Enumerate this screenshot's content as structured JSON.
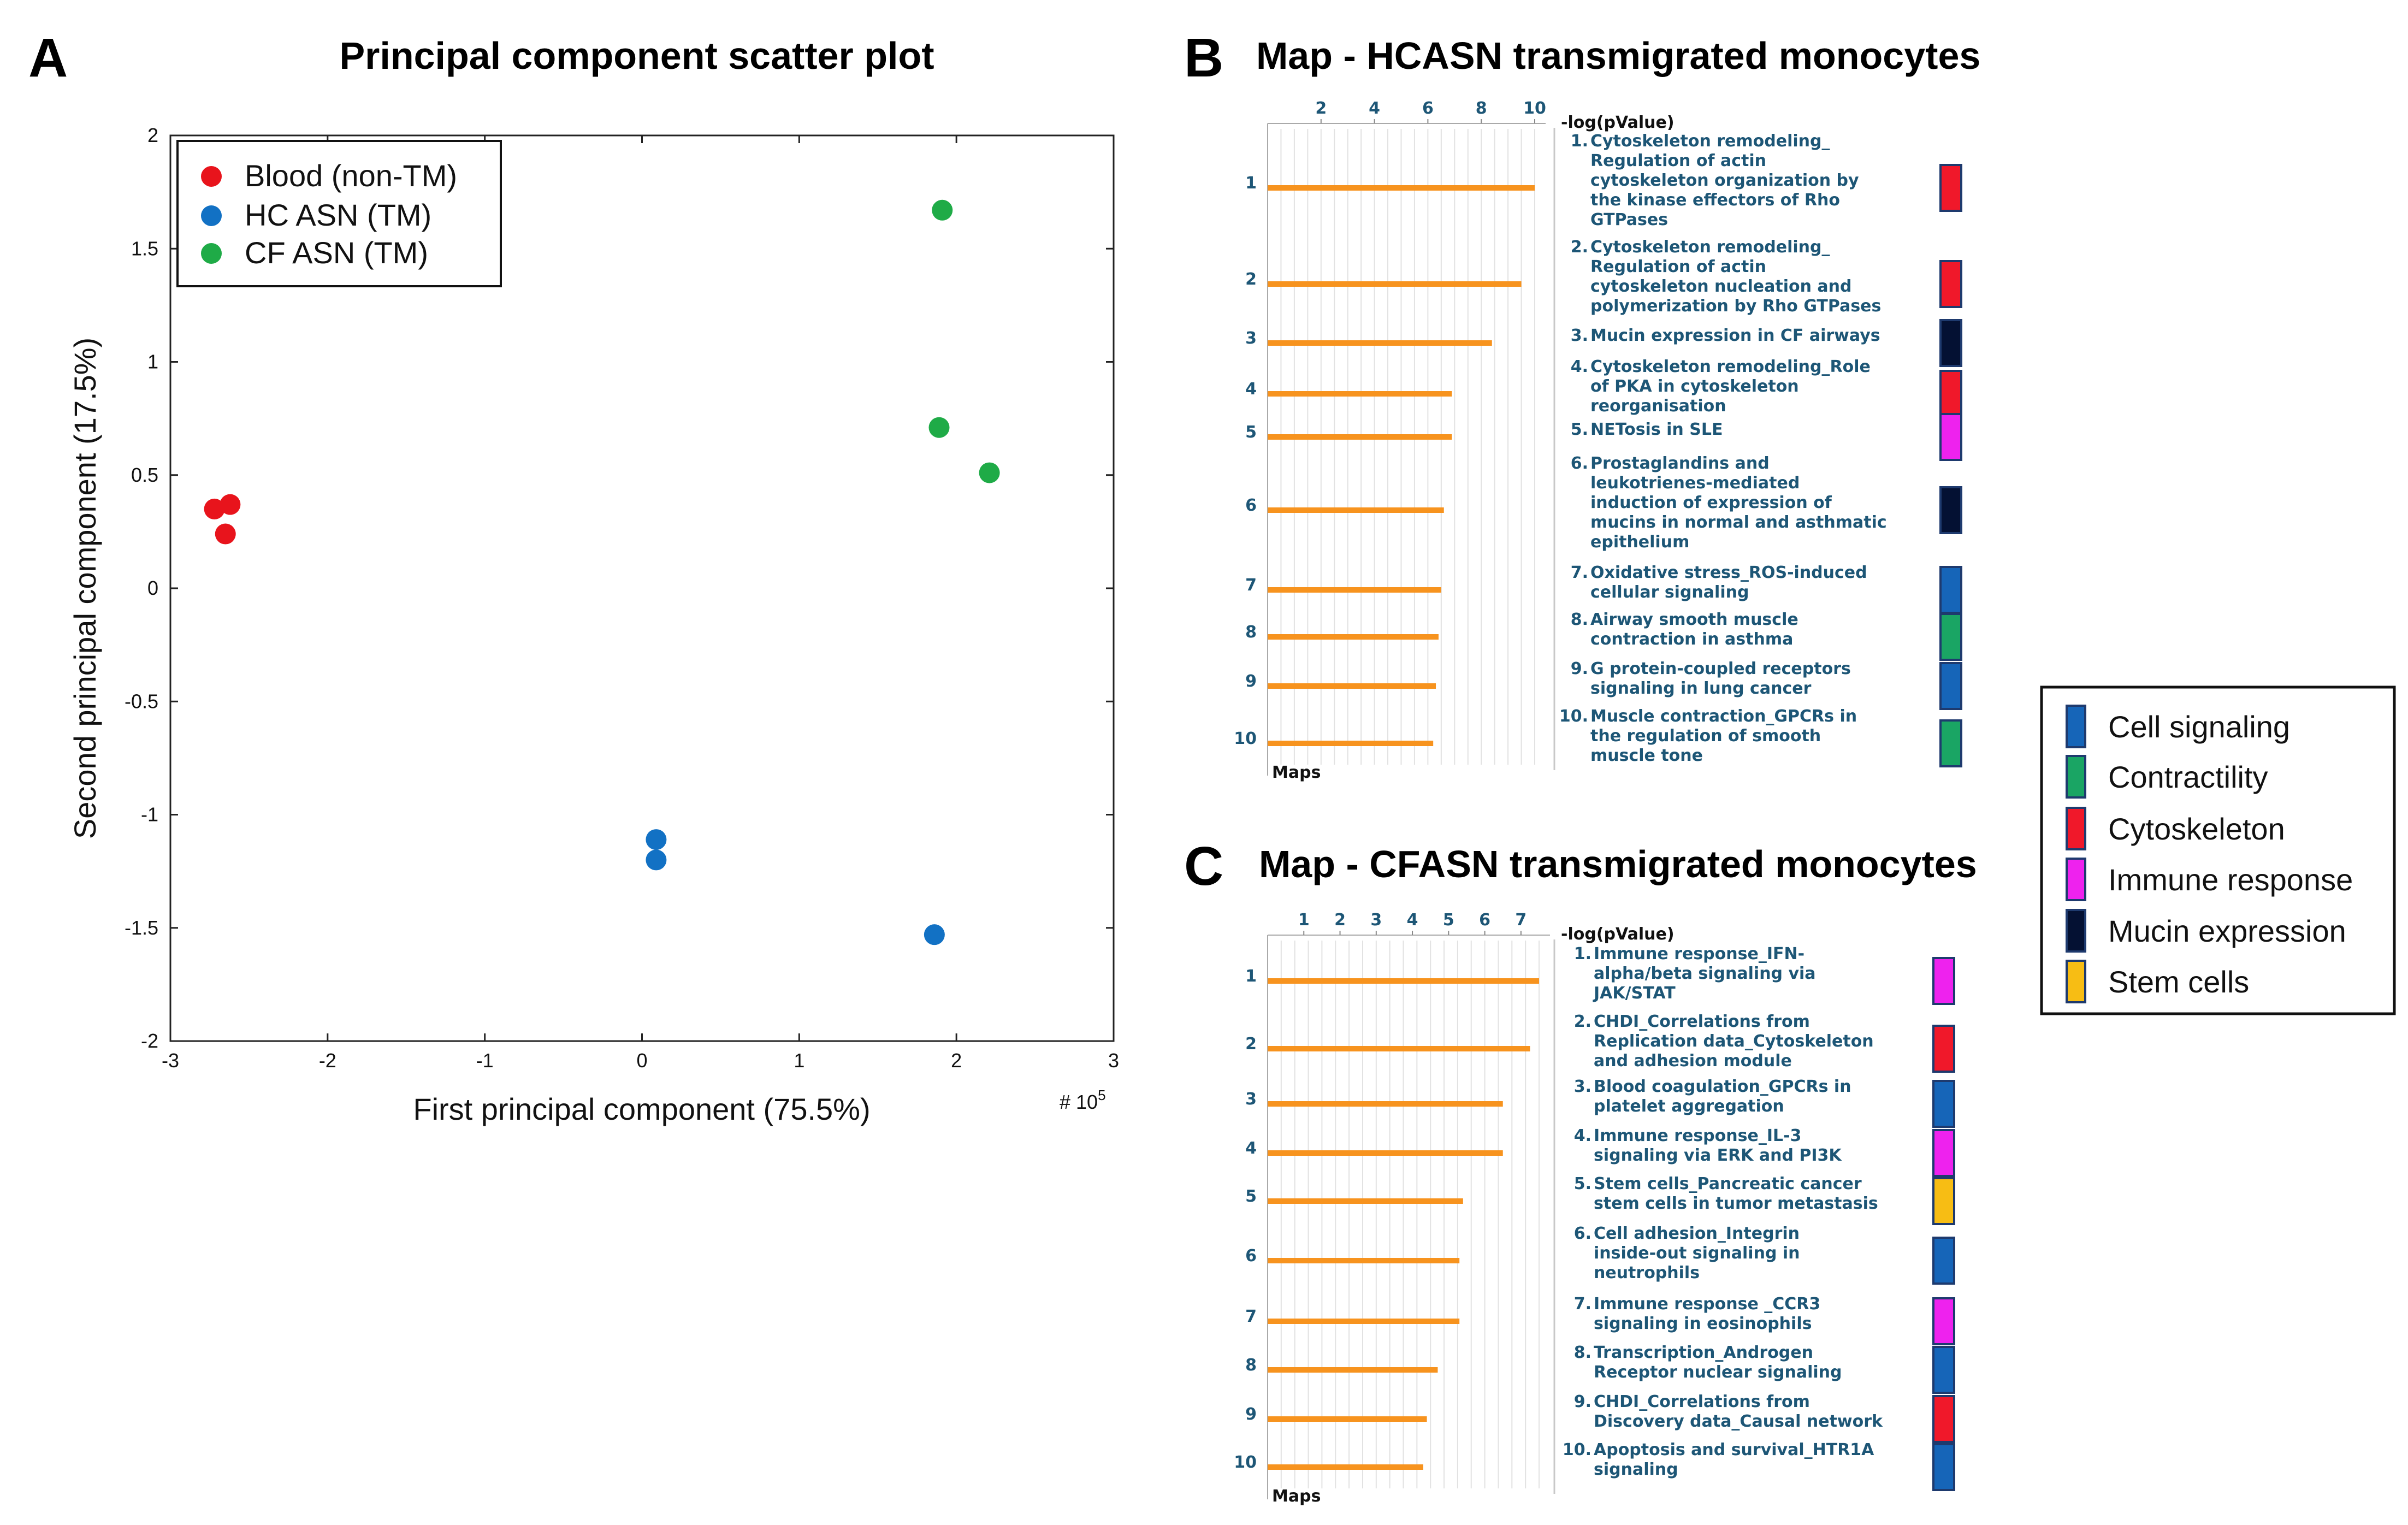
{
  "panel_labels": {
    "a": "A",
    "b": "B",
    "c": "C"
  },
  "colors": {
    "blood": "#e8141c",
    "hc": "#1271c4",
    "cf": "#1fab47",
    "bar": "#f7931e",
    "map_text": "#1d5676",
    "cell_signaling": "#1665b8",
    "contractility": "#1aa564",
    "cytoskeleton": "#f0182a",
    "immune_response": "#ee22ee",
    "mucin_expression": "#041133",
    "stem_cells": "#f7bd14"
  },
  "chart_data": [
    {
      "type": "scatter",
      "title": "Principal component scatter plot",
      "xlabel": "First principal component (75.5%)",
      "ylabel": "Second principal component  (17.5%)",
      "x_multiplier": "# 10",
      "x_multiplier_exp": "5",
      "xlim": [
        -3,
        3
      ],
      "ylim": [
        -2,
        2
      ],
      "xticks": [
        "-3",
        "-2",
        "-1",
        "0",
        "1",
        "2",
        "3"
      ],
      "yticks": [
        "2",
        "1.5",
        "1",
        "0.5",
        "0",
        "-0.5",
        "-1",
        "-1.5",
        "-2"
      ],
      "legend_position": "top-left",
      "series": [
        {
          "name": "Blood (non-TM)",
          "color_key": "blood",
          "points": [
            [
              -2.72,
              0.35
            ],
            [
              -2.62,
              0.37
            ],
            [
              -2.65,
              0.24
            ]
          ]
        },
        {
          "name": "HC ASN (TM)",
          "color_key": "hc",
          "points": [
            [
              0.09,
              -1.11
            ],
            [
              0.09,
              -1.2
            ],
            [
              1.86,
              -1.53
            ]
          ]
        },
        {
          "name": "CF ASN (TM)",
          "color_key": "cf",
          "points": [
            [
              1.91,
              1.67
            ],
            [
              1.89,
              0.71
            ],
            [
              2.21,
              0.51
            ]
          ]
        }
      ]
    },
    {
      "type": "bar",
      "title": "Map - HCASN transmigrated monocytes",
      "xlabel": "-log(pValue)",
      "ylabel": "Maps",
      "xlim": [
        0,
        10
      ],
      "xticks": [
        "2",
        "4",
        "6",
        "8",
        "10"
      ],
      "categories": [
        "1",
        "2",
        "3",
        "4",
        "5",
        "6",
        "7",
        "8",
        "9",
        "10"
      ],
      "values": [
        10.0,
        9.5,
        8.4,
        6.9,
        6.9,
        6.6,
        6.5,
        6.4,
        6.3,
        6.2
      ],
      "legend_position": "right",
      "labels": [
        {
          "num": "1.",
          "lines": [
            "Cytoskeleton remodeling_",
            "Regulation of actin",
            "cytoskeleton organization by",
            "the kinase effectors of Rho",
            "GTPases"
          ],
          "cat": "cytoskeleton"
        },
        {
          "num": "2.",
          "lines": [
            "Cytoskeleton remodeling_",
            "Regulation of actin",
            "cytoskeleton nucleation and",
            "polymerization by Rho GTPases"
          ],
          "cat": "cytoskeleton"
        },
        {
          "num": "3.",
          "lines": [
            "Mucin expression in CF airways"
          ],
          "cat": "mucin_expression"
        },
        {
          "num": "4.",
          "lines": [
            "Cytoskeleton remodeling_Role",
            "of PKA in cytoskeleton",
            "reorganisation"
          ],
          "cat": "cytoskeleton"
        },
        {
          "num": "5.",
          "lines": [
            "NETosis in SLE"
          ],
          "cat": "immune_response"
        },
        {
          "num": "6.",
          "lines": [
            "Prostaglandins and",
            "leukotrienes-mediated",
            "induction of expression of",
            "mucins in normal and asthmatic",
            "epithelium"
          ],
          "cat": "mucin_expression"
        },
        {
          "num": "7.",
          "lines": [
            "Oxidative stress_ROS-induced",
            "cellular signaling"
          ],
          "cat": "cell_signaling"
        },
        {
          "num": "8.",
          "lines": [
            "Airway smooth muscle",
            "contraction in asthma"
          ],
          "cat": "contractility"
        },
        {
          "num": "9.",
          "lines": [
            "G protein-coupled receptors",
            "signaling in lung cancer"
          ],
          "cat": "cell_signaling"
        },
        {
          "num": "10.",
          "lines": [
            "Muscle contraction_GPCRs in",
            "the regulation of smooth",
            "muscle tone"
          ],
          "cat": "contractility"
        }
      ]
    },
    {
      "type": "bar",
      "title": "Map - CFASN transmigrated monocytes",
      "xlabel": "-log(pValue)",
      "ylabel": "Maps",
      "xlim": [
        0,
        7.5
      ],
      "xticks": [
        "1",
        "2",
        "3",
        "4",
        "5",
        "6",
        "7"
      ],
      "categories": [
        "1",
        "2",
        "3",
        "4",
        "5",
        "6",
        "7",
        "8",
        "9",
        "10"
      ],
      "values": [
        7.5,
        7.25,
        6.5,
        6.5,
        5.4,
        5.3,
        5.3,
        4.7,
        4.4,
        4.3
      ],
      "labels": [
        {
          "num": "1.",
          "lines": [
            "Immune response_IFN-",
            "alpha/beta signaling via",
            "JAK/STAT"
          ],
          "cat": "immune_response"
        },
        {
          "num": "2.",
          "lines": [
            "CHDI_Correlations from",
            "Replication data_Cytoskeleton",
            "and adhesion module"
          ],
          "cat": "cytoskeleton"
        },
        {
          "num": "3.",
          "lines": [
            "Blood coagulation_GPCRs in",
            "platelet aggregation"
          ],
          "cat": "cell_signaling"
        },
        {
          "num": "4.",
          "lines": [
            "Immune response_IL-3",
            "signaling via ERK and PI3K"
          ],
          "cat": "immune_response"
        },
        {
          "num": "5.",
          "lines": [
            "Stem cells_Pancreatic cancer",
            "stem cells in tumor metastasis"
          ],
          "cat": "stem_cells"
        },
        {
          "num": "6.",
          "lines": [
            "Cell adhesion_Integrin",
            "inside-out signaling in",
            "neutrophils"
          ],
          "cat": "cell_signaling"
        },
        {
          "num": "7.",
          "lines": [
            "Immune response _CCR3",
            "signaling in eosinophils"
          ],
          "cat": "immune_response"
        },
        {
          "num": "8.",
          "lines": [
            "Transcription_Androgen",
            "Receptor nuclear signaling"
          ],
          "cat": "cell_signaling"
        },
        {
          "num": "9.",
          "lines": [
            "CHDI_Correlations from",
            "Discovery data_Causal network"
          ],
          "cat": "cytoskeleton"
        },
        {
          "num": "10.",
          "lines": [
            "Apoptosis and survival_HTR1A",
            "signaling"
          ],
          "cat": "cell_signaling"
        }
      ]
    }
  ],
  "category_legend": [
    {
      "key": "cell_signaling",
      "label": "Cell signaling"
    },
    {
      "key": "contractility",
      "label": "Contractility"
    },
    {
      "key": "cytoskeleton",
      "label": "Cytoskeleton"
    },
    {
      "key": "immune_response",
      "label": "Immune response"
    },
    {
      "key": "mucin_expression",
      "label": "Mucin expression"
    },
    {
      "key": "stem_cells",
      "label": "Stem cells"
    }
  ]
}
